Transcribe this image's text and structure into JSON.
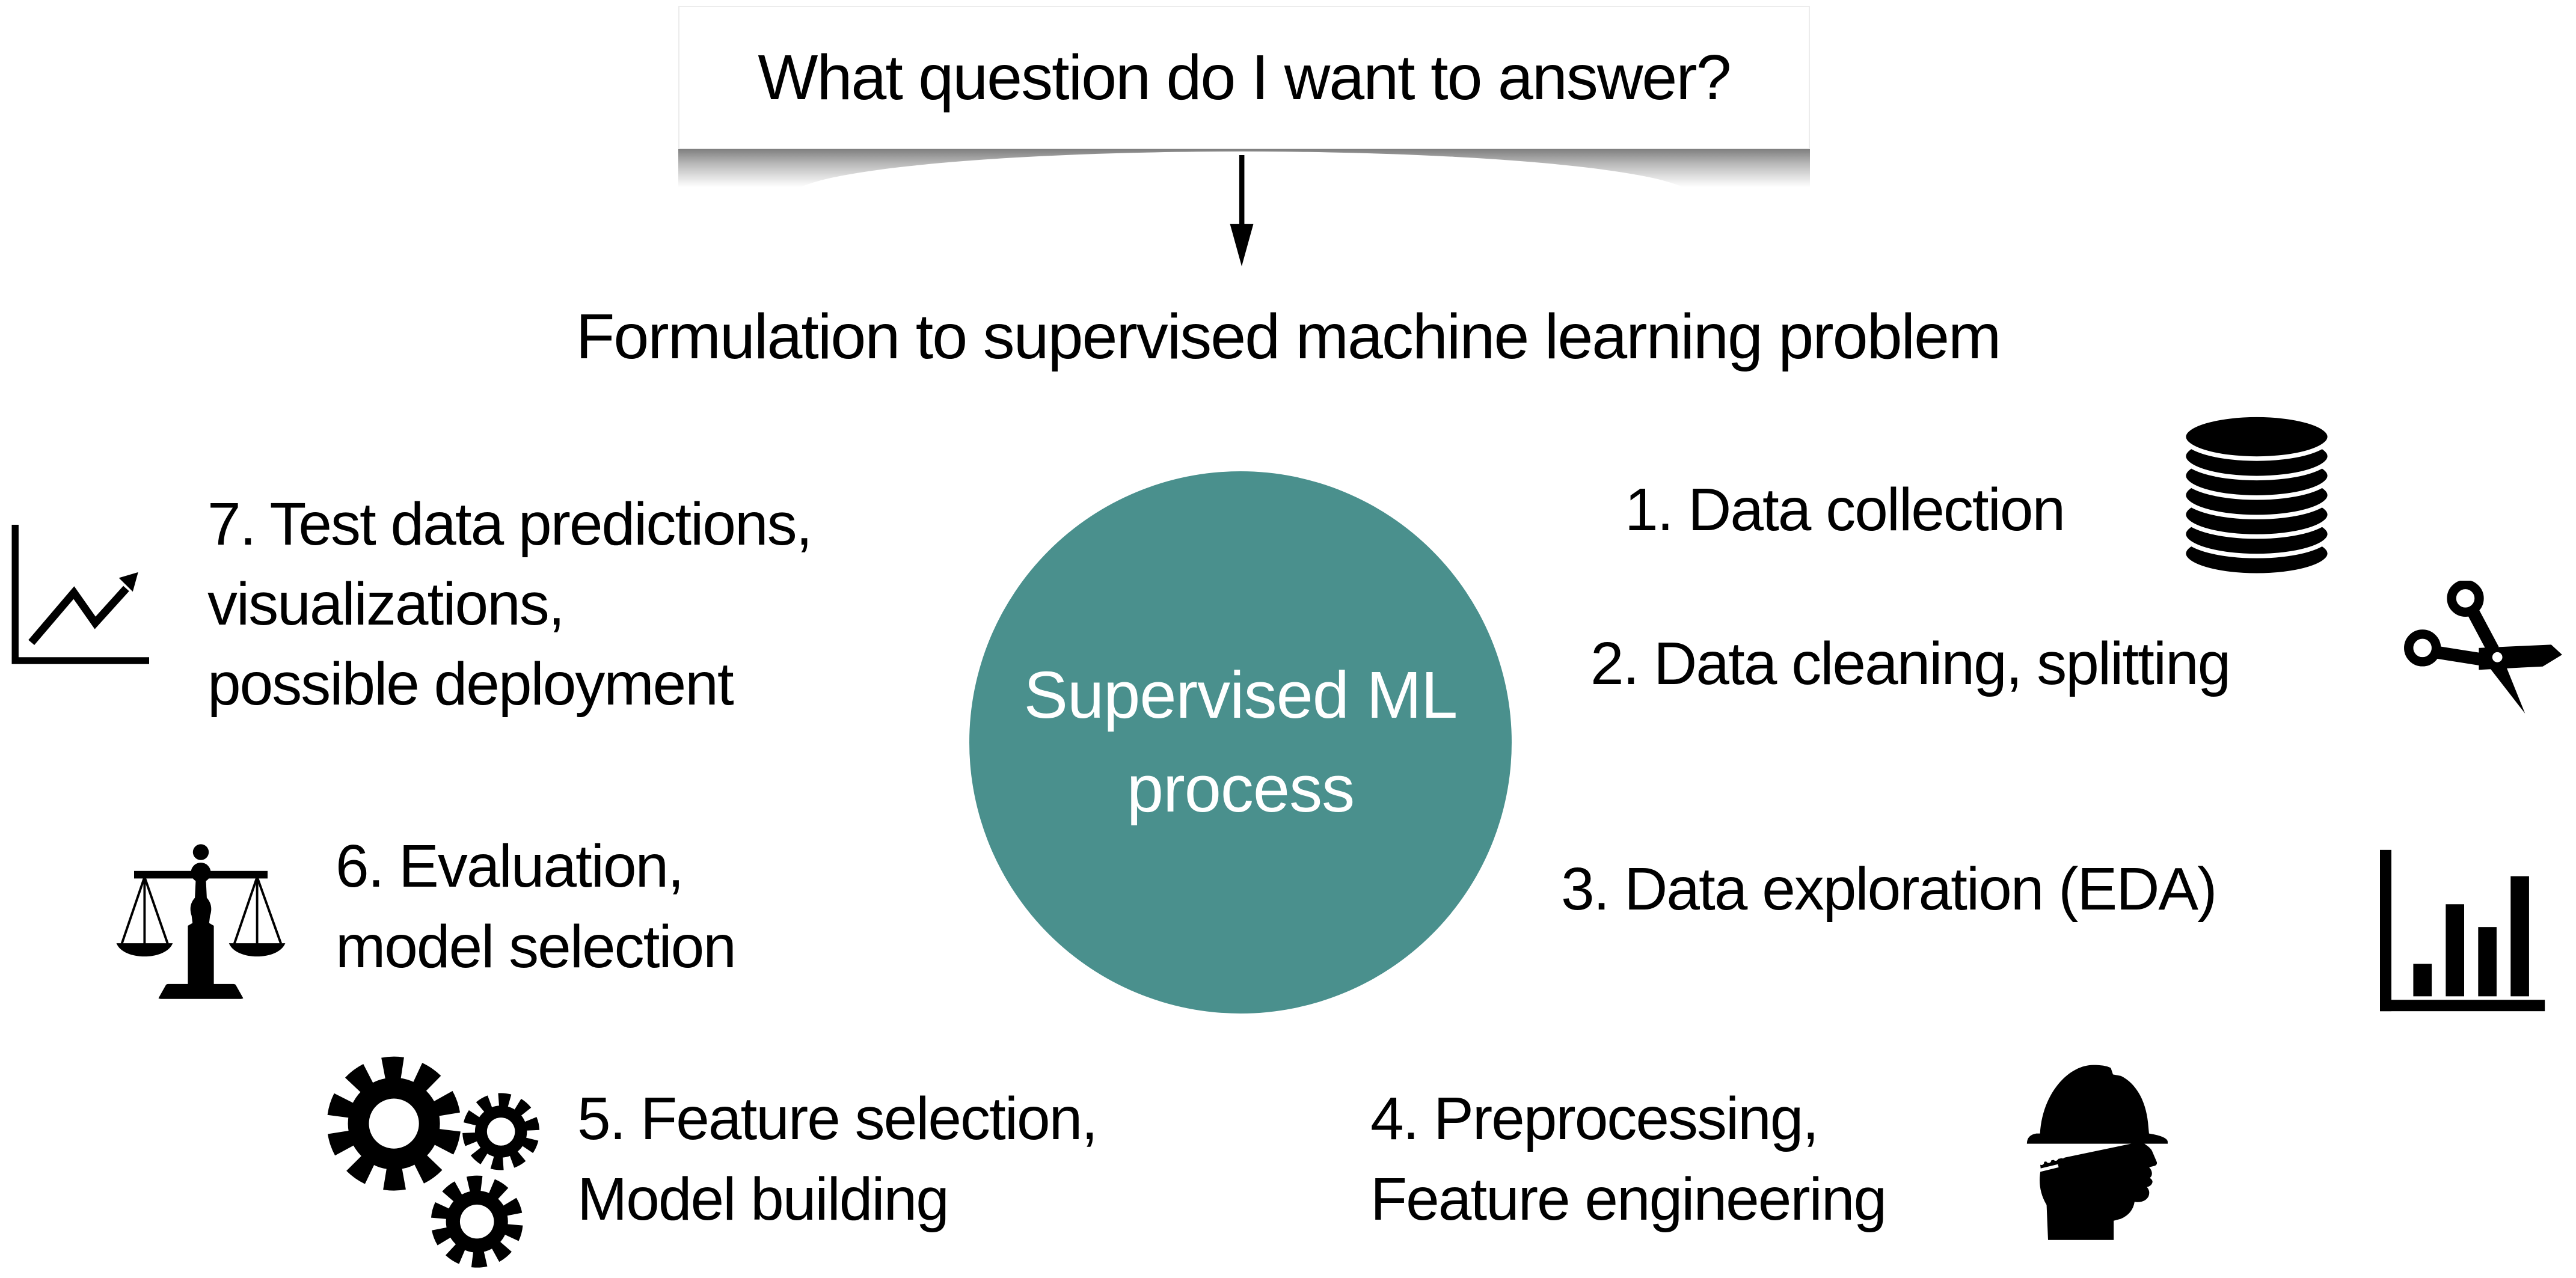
{
  "diagram_title": "Supervised ML process",
  "colors": {
    "accent_teal": "#4A908D",
    "text_black": "#000000",
    "background_white": "#FFFFFF",
    "circle_text_white": "#FFFFFF"
  },
  "question_box": {
    "label": "What question do I want to answer?"
  },
  "flow": {
    "arrow_icon": "down-arrow-icon",
    "formulation_label": "Formulation to supervised machine learning problem"
  },
  "center_circle": {
    "label": "Supervised ML\nprocess"
  },
  "steps": [
    {
      "label": "1. Data collection",
      "icon": "database-icon"
    },
    {
      "label": "2. Data cleaning, splitting",
      "icon": "scissors-icon"
    },
    {
      "label": "3. Data exploration (EDA)",
      "icon": "bar-chart-icon"
    },
    {
      "label": "4. Preprocessing,\nFeature engineering",
      "icon": "engineer-hard-hat-icon"
    },
    {
      "label": "5. Feature selection,\nModel building",
      "icon": "gears-icon"
    },
    {
      "label": "6. Evaluation,\nmodel selection",
      "icon": "balance-scale-icon"
    },
    {
      "label": "7. Test data predictions,\nvisualizations,\npossible deployment",
      "icon": "line-chart-icon"
    }
  ]
}
